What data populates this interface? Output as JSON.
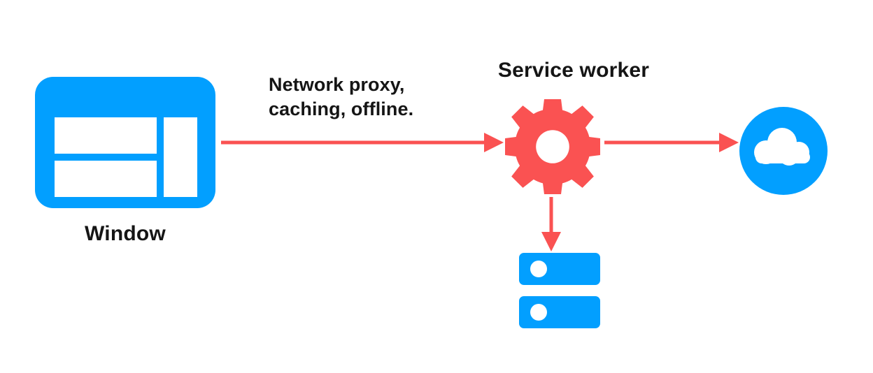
{
  "diagram": {
    "title": "Service worker network proxy architecture",
    "background_color": "#ffffff",
    "colors": {
      "blue": "#029FFF",
      "red": "#FA5252",
      "text": "#151515",
      "white": "#ffffff"
    }
  },
  "nodes": {
    "window": {
      "label": "Window",
      "icon": "browser-window-icon",
      "color": "#029FFF"
    },
    "service_worker": {
      "label": "Service worker",
      "icon": "gear-icon",
      "color": "#FA5252"
    },
    "cloud": {
      "label": "",
      "icon": "cloud-icon",
      "color": "#029FFF"
    },
    "database": {
      "label": "",
      "icon": "database-icon",
      "color": "#029FFF"
    }
  },
  "edges": {
    "window_to_service_worker": {
      "caption": "Network proxy,\ncaching, offline.",
      "color": "#FA5252",
      "direction": "right"
    },
    "service_worker_to_cloud": {
      "caption": "",
      "color": "#FA5252",
      "direction": "right"
    },
    "service_worker_to_database": {
      "caption": "",
      "color": "#FA5252",
      "direction": "down"
    }
  }
}
